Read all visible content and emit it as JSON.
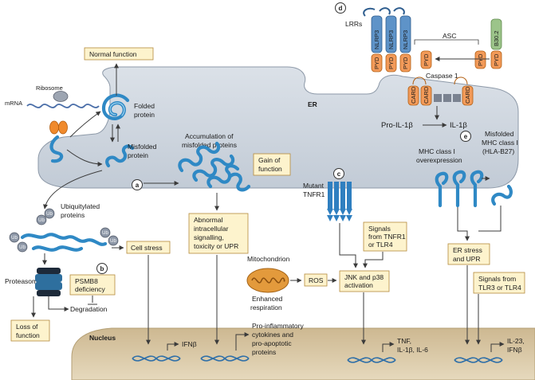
{
  "colors": {
    "er_fill": "#cdd5df",
    "nucleus_fill": "#d8c7a4",
    "protein_chain": "#2f89c5",
    "label_box": "#fdf3cd",
    "orange_domain": "#f29a59",
    "blue_domain": "#5e93c8",
    "green_domain": "#9cc48a"
  },
  "icons": [
    "ribosome-icon",
    "mrna-strand",
    "proteasome-icon",
    "mitochondrion-icon",
    "dna-helix-icon",
    "receptor-icon",
    "ubiquitin-tag"
  ],
  "labels": {
    "er": "ER",
    "nucleus": "Nucleus",
    "ribosome": "Ribosome",
    "mrna": "mRNA",
    "folded_protein_1": "Folded",
    "folded_protein_2": "protein",
    "misfolded_protein_1": "Misfolded",
    "misfolded_protein_2": "protein",
    "accumulation_1": "Accumulation of",
    "accumulation_2": "misfolded proteins",
    "ubiquitylated_1": "Ubiquitylated",
    "ubiquitylated_2": "proteins",
    "proteasome": "Proteasome",
    "degradation": "Degradation",
    "mutant_tnfr1_1": "Mutant",
    "mutant_tnfr1_2": "TNFR1",
    "mitochondrion": "Mitochondrion",
    "enhanced_respiration_1": "Enhanced",
    "enhanced_respiration_2": "respiration",
    "ros": "ROS",
    "mhc_overexpression_1": "MHC class I",
    "mhc_overexpression_2": "overexpression",
    "misfolded_mhc_1": "Misfolded",
    "misfolded_mhc_2": "MHC class I",
    "misfolded_mhc_3": "(HLA-B27)",
    "lrrs": "LRRs",
    "nlrp3": "NLRP3",
    "asc": "ASC",
    "pyd": "PYD",
    "caspase1": "Caspase 1",
    "card": "CARD",
    "b302": "B30.2",
    "pro_il1b": "Pro-IL-1β",
    "il1b": "IL-1β",
    "ub": "Ub"
  },
  "boxes": {
    "normal_function": "Normal function",
    "gain_of_function_1": "Gain of",
    "gain_of_function_2": "function",
    "cell_stress": "Cell stress",
    "psmb8_1": "PSMB8",
    "psmb8_2": "deficiency",
    "loss_of_function_1": "Loss of",
    "loss_of_function_2": "function",
    "abnormal_1": "Abnormal",
    "abnormal_2": "intracellular",
    "abnormal_3": "signalling,",
    "abnormal_4": "toxicity or UPR",
    "signals_tnfr1_1": "Signals",
    "signals_tnfr1_2": "from TNFR1",
    "signals_tnfr1_3": "or TLR4",
    "jnk_1": "JNK and p38",
    "jnk_2": "activation",
    "er_stress_1": "ER stress",
    "er_stress_2": "and UPR",
    "signals_tlr3_1": "Signals from",
    "signals_tlr3_2": "TLR3 or TLR4"
  },
  "outputs": {
    "ifnb": "IFNβ",
    "proinflammatory_1": "Pro-inflammatory",
    "proinflammatory_2": "cytokines and",
    "proinflammatory_3": "pro-apoptotic",
    "proinflammatory_4": "proteins",
    "tnf_1": "TNF,",
    "tnf_2": "IL-1β, IL-6",
    "il23_1": "IL-23,",
    "il23_2": "IFNβ"
  },
  "badges": {
    "a": "a",
    "b": "b",
    "c": "c",
    "d": "d",
    "e": "e"
  }
}
